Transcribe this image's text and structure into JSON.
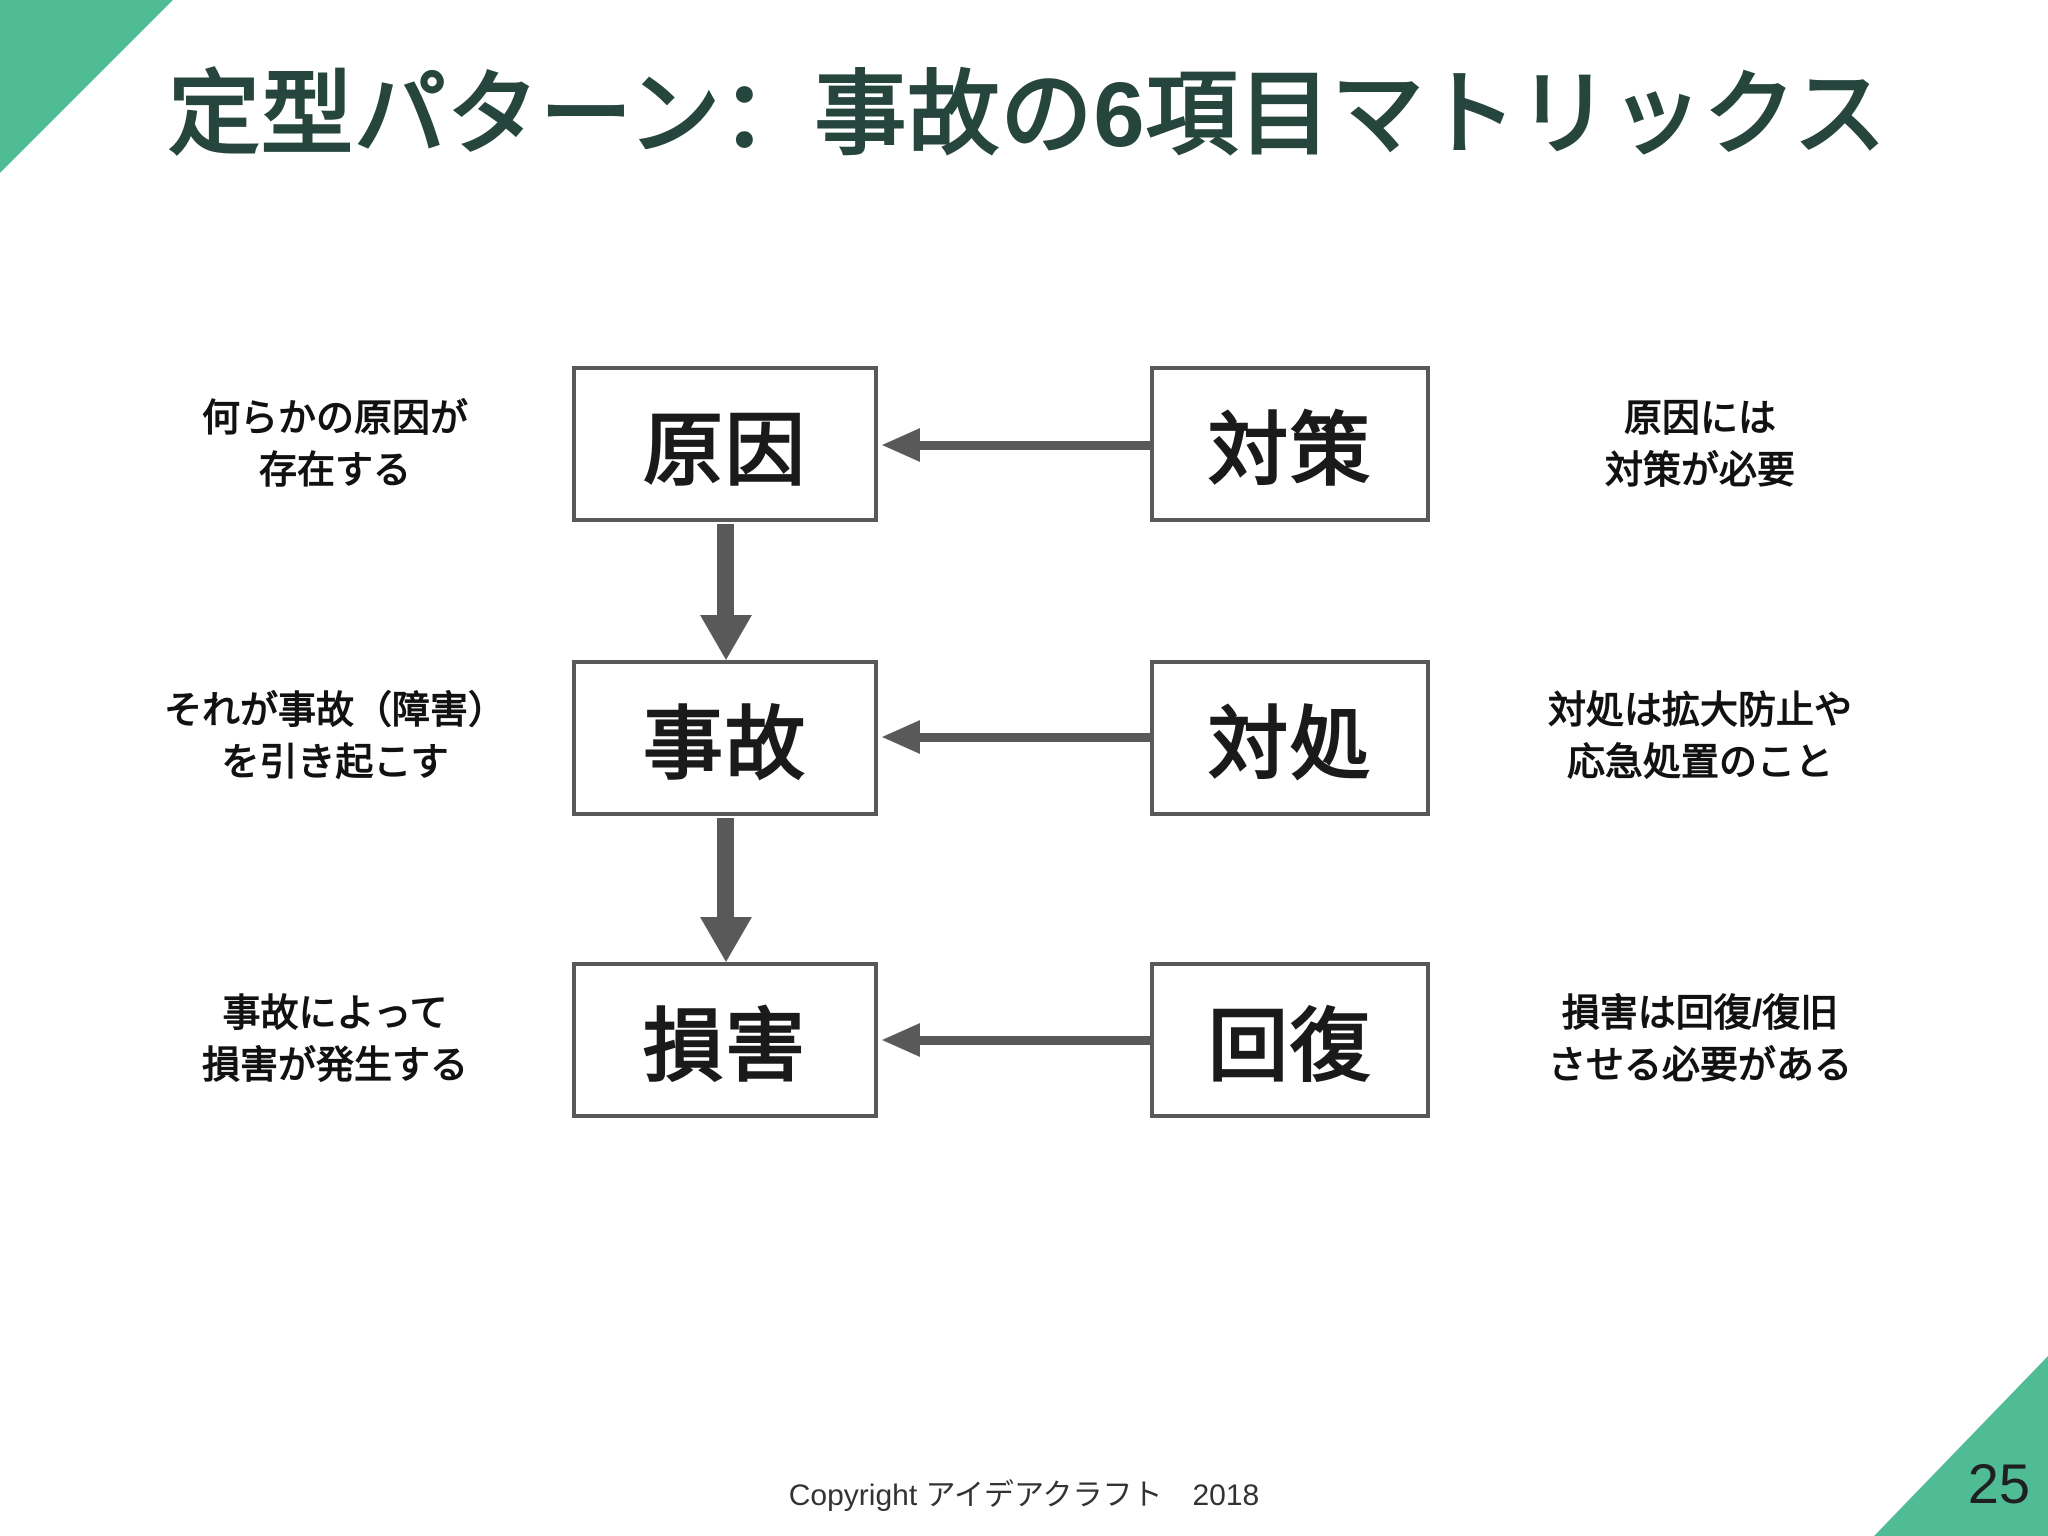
{
  "title": "定型パターン：事故の6項目マトリックス",
  "colors": {
    "accent_green": "#50bc95",
    "title_text": "#26453c",
    "line_gray": "#595959",
    "text_black": "#111111"
  },
  "rows": [
    {
      "left_note": [
        "何らかの原因が",
        "存在する"
      ],
      "left_box": "原因",
      "right_box": "対策",
      "right_note": [
        "原因には",
        "対策が必要"
      ]
    },
    {
      "left_note": [
        "それが事故（障害）",
        "を引き起こす"
      ],
      "left_box": "事故",
      "right_box": "対処",
      "right_note": [
        "対処は拡大防止や",
        "応急処置のこと"
      ]
    },
    {
      "left_note": [
        "事故によって",
        "損害が発生する"
      ],
      "left_box": "損害",
      "right_box": "回復",
      "right_note": [
        "損害は回復/復旧",
        "させる必要がある"
      ]
    }
  ],
  "footer": {
    "copyright": "Copyright アイデアクラフト　2018",
    "page_number": "25"
  }
}
